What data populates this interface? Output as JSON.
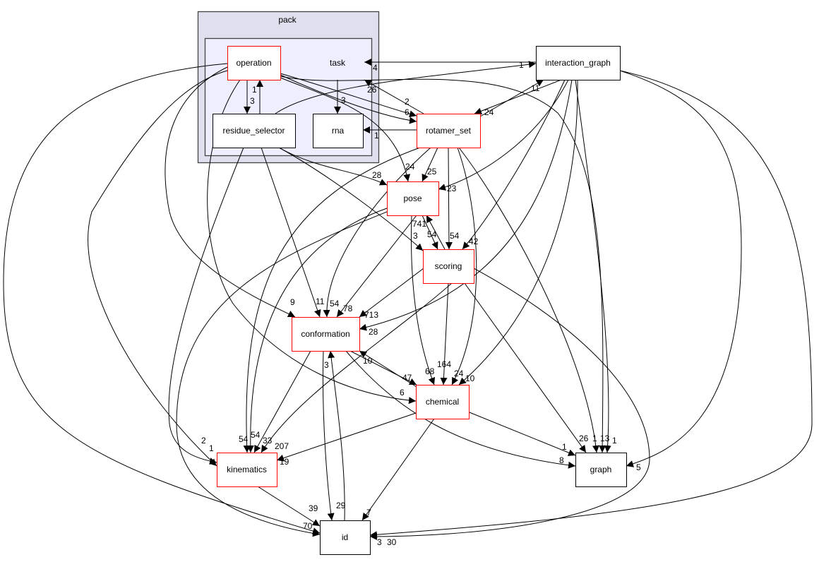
{
  "graph": {
    "clusters": [
      {
        "id": "pack",
        "label": "pack"
      },
      {
        "id": "task",
        "label": "task"
      }
    ],
    "node_border_colors": {
      "normal": "#000000",
      "has_children": "#ff0000"
    },
    "cluster_fill": {
      "pack": "#dfdfee",
      "task": "#eeeefe"
    },
    "nodes": [
      {
        "id": "operation",
        "label": "operation",
        "red": true
      },
      {
        "id": "residue_selector",
        "label": "residue_selector",
        "red": false
      },
      {
        "id": "rna",
        "label": "rna",
        "red": false
      },
      {
        "id": "interaction_graph",
        "label": "interaction_graph",
        "red": false
      },
      {
        "id": "rotamer_set",
        "label": "rotamer_set",
        "red": true
      },
      {
        "id": "pose",
        "label": "pose",
        "red": true
      },
      {
        "id": "scoring",
        "label": "scoring",
        "red": true
      },
      {
        "id": "conformation",
        "label": "conformation",
        "red": true
      },
      {
        "id": "chemical",
        "label": "chemical",
        "red": true
      },
      {
        "id": "kinematics",
        "label": "kinematics",
        "red": true
      },
      {
        "id": "graph",
        "label": "graph",
        "red": false
      },
      {
        "id": "id",
        "label": "id",
        "red": false
      }
    ],
    "edges": [
      {
        "from": "interaction_graph",
        "to": "task",
        "label": "4"
      },
      {
        "from": "rotamer_set",
        "to": "task",
        "label": "26"
      },
      {
        "from": "task",
        "to": "rna",
        "label": "3"
      },
      {
        "from": "operation",
        "to": "residue_selector",
        "label": "3"
      },
      {
        "from": "residue_selector",
        "to": "operation",
        "label": "1"
      },
      {
        "from": "operation",
        "to": "rotamer_set",
        "label": "2"
      },
      {
        "from": "operation",
        "to": "rotamer_set",
        "label": "6"
      },
      {
        "from": "residue_selector",
        "to": "interaction_graph",
        "label": "1"
      },
      {
        "from": "rotamer_set",
        "to": "rna",
        "label": "1"
      },
      {
        "from": "rotamer_set",
        "to": "interaction_graph",
        "label": "11"
      },
      {
        "from": "interaction_graph",
        "to": "rotamer_set",
        "label": "24"
      },
      {
        "from": "operation",
        "to": "pose",
        "label": "24"
      },
      {
        "from": "residue_selector",
        "to": "pose",
        "label": "28"
      },
      {
        "from": "rotamer_set",
        "to": "pose",
        "label": "25"
      },
      {
        "from": "interaction_graph",
        "to": "pose",
        "label": "23"
      },
      {
        "from": "operation",
        "to": "graph",
        "label": "13"
      },
      {
        "from": "rotamer_set",
        "to": "graph",
        "label": "1"
      },
      {
        "from": "interaction_graph",
        "to": "graph",
        "label": "1"
      },
      {
        "from": "scoring",
        "to": "graph",
        "label": "26"
      },
      {
        "from": "chemical",
        "to": "graph",
        "label": "1"
      },
      {
        "from": "conformation",
        "to": "graph",
        "label": "8"
      },
      {
        "from": "interaction_graph",
        "to": "graph",
        "label": "5"
      },
      {
        "from": "residue_selector",
        "to": "scoring",
        "label": "3"
      },
      {
        "from": "pose",
        "to": "scoring",
        "label": "54"
      },
      {
        "from": "scoring",
        "to": "pose",
        "label": "741"
      },
      {
        "from": "rotamer_set",
        "to": "scoring",
        "label": "54"
      },
      {
        "from": "interaction_graph",
        "to": "scoring",
        "label": "42"
      },
      {
        "from": "operation",
        "to": "conformation",
        "label": "9"
      },
      {
        "from": "residue_selector",
        "to": "conformation",
        "label": "11"
      },
      {
        "from": "rotamer_set",
        "to": "conformation",
        "label": "54"
      },
      {
        "from": "pose",
        "to": "conformation",
        "label": "78"
      },
      {
        "from": "scoring",
        "to": "conformation",
        "label": "713"
      },
      {
        "from": "interaction_graph",
        "to": "conformation",
        "label": "28"
      },
      {
        "from": "pose",
        "to": "chemical",
        "label": "68"
      },
      {
        "from": "scoring",
        "to": "chemical",
        "label": "164"
      },
      {
        "from": "rotamer_set",
        "to": "chemical",
        "label": "24"
      },
      {
        "from": "interaction_graph",
        "to": "chemical",
        "label": "10"
      },
      {
        "from": "conformation",
        "to": "chemical",
        "label": "47"
      },
      {
        "from": "chemical",
        "to": "conformation",
        "label": "10"
      },
      {
        "from": "operation",
        "to": "chemical",
        "label": "6"
      },
      {
        "from": "operation",
        "to": "kinematics",
        "label": "2"
      },
      {
        "from": "residue_selector",
        "to": "kinematics",
        "label": "1"
      },
      {
        "from": "rotamer_set",
        "to": "kinematics",
        "label": "54"
      },
      {
        "from": "pose",
        "to": "kinematics",
        "label": "54"
      },
      {
        "from": "conformation",
        "to": "kinematics",
        "label": "33"
      },
      {
        "from": "scoring",
        "to": "kinematics",
        "label": "207"
      },
      {
        "from": "chemical",
        "to": "kinematics",
        "label": "19"
      },
      {
        "from": "kinematics",
        "to": "id",
        "label": "39"
      },
      {
        "from": "conformation",
        "to": "id",
        "label": "29"
      },
      {
        "from": "id",
        "to": "conformation",
        "label": "3"
      },
      {
        "from": "chemical",
        "to": "id",
        "label": "7"
      },
      {
        "from": "operation",
        "to": "id",
        "label": "70"
      },
      {
        "from": "pose",
        "to": "id",
        "label": ""
      },
      {
        "from": "scoring",
        "to": "id",
        "label": "3"
      },
      {
        "from": "interaction_graph",
        "to": "id",
        "label": "30"
      }
    ]
  }
}
